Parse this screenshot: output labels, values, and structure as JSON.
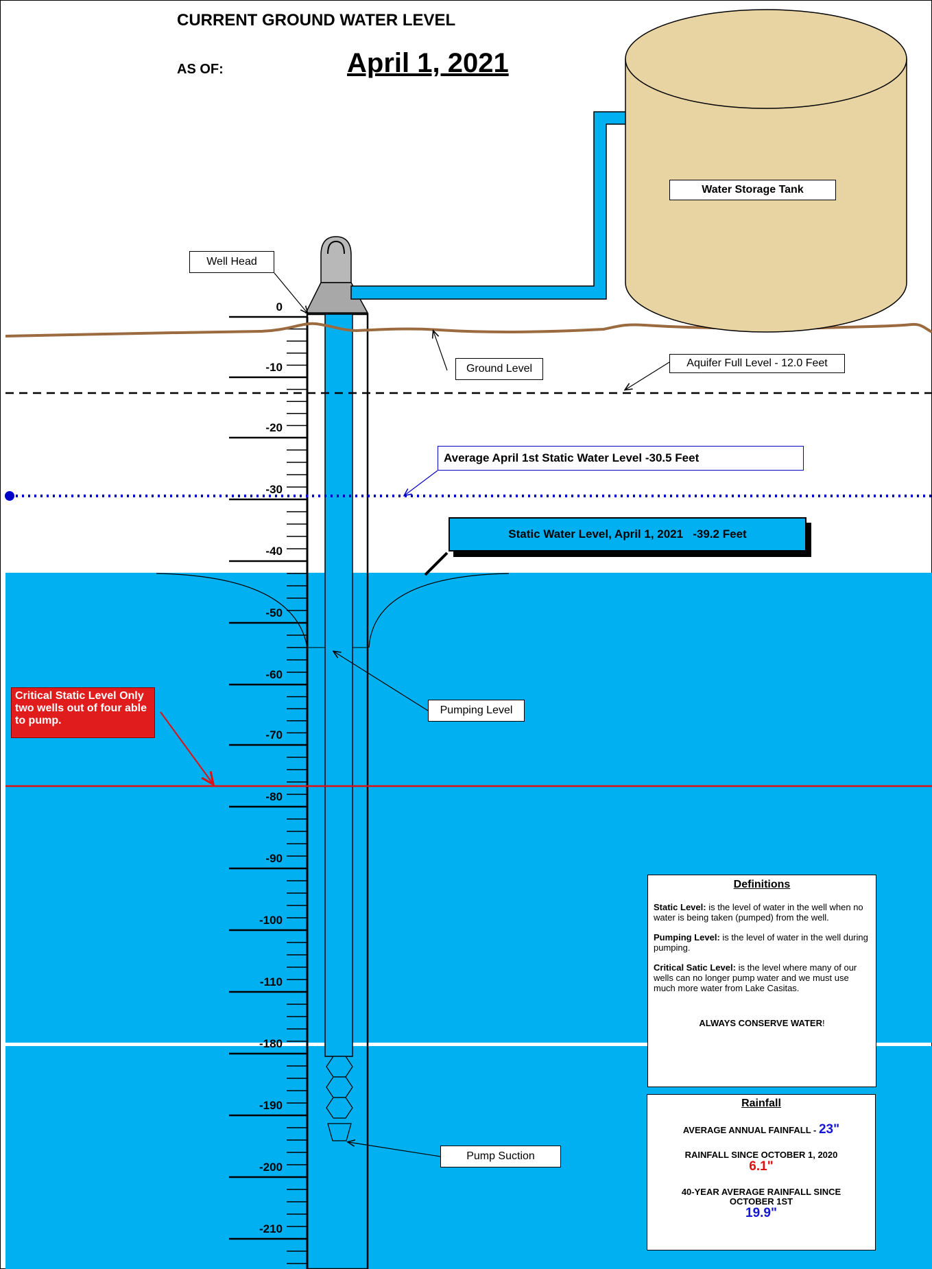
{
  "header": {
    "title": "CURRENT GROUND WATER LEVEL",
    "as_of_label": "AS OF:",
    "date": "April 1, 2021"
  },
  "labels": {
    "water_storage_tank": "Water Storage Tank",
    "well_head": "Well Head",
    "ground_level": "Ground Level",
    "aquifer_full": "Aquifer Full Level - 12.0 Feet",
    "average_static": "Average April 1st Static Water Level -30.5 Feet",
    "static_level": "Static Water Level, April 1, 2021   -39.2 Feet",
    "pumping_level": "Pumping Level",
    "critical_static": "Critical Static Level Only two wells out of four able to pump.",
    "pump_suction": "Pump Suction"
  },
  "scale": {
    "unit": "feet",
    "major_ticks": [
      "0",
      "-10",
      "-20",
      "-30",
      "-40",
      "-50",
      "-60",
      "-70",
      "-80",
      "-90",
      "-100",
      "-110",
      "-180",
      "-190",
      "-200",
      "-210"
    ]
  },
  "levels": {
    "aquifer_full_ft": -12.0,
    "average_static_ft": -30.5,
    "static_ft": -39.2
  },
  "definitions": {
    "title": "Definitions",
    "static_term": "Static Level:",
    "static_text": " is the level of water in the well when no water is being taken (pumped) from the well.",
    "pumping_term": "Pumping Level:",
    "pumping_text": " is the level of water in the well during pumping.",
    "critical_term": "Critical Satic Level:",
    "critical_text": " is the level where many of our wells can no longer pump water and we must use much more water from Lake Casitas.",
    "conserve_main": "ALWAYS CONSERVE WATER",
    "conserve_end": "!"
  },
  "rainfall": {
    "title": "Rainfall",
    "avg_annual_label": "AVERAGE ANNUAL FAINFALL - ",
    "avg_annual_value": "23\"",
    "since_oct_label": "RAINFALL SINCE OCTOBER 1, 2020",
    "since_oct_value": "6.1\"",
    "forty_year_label": "40-YEAR AVERAGE RAINFALL SINCE OCTOBER 1ST",
    "forty_year_value": "19.9\""
  },
  "colors": {
    "water": "#00b0f0",
    "tank": "#e8d4a2",
    "ground": "#9b6a3e",
    "critical": "#e01010",
    "average_line": "#0000cc",
    "rain_blue": "#1515d8",
    "rain_red": "#e01010"
  }
}
